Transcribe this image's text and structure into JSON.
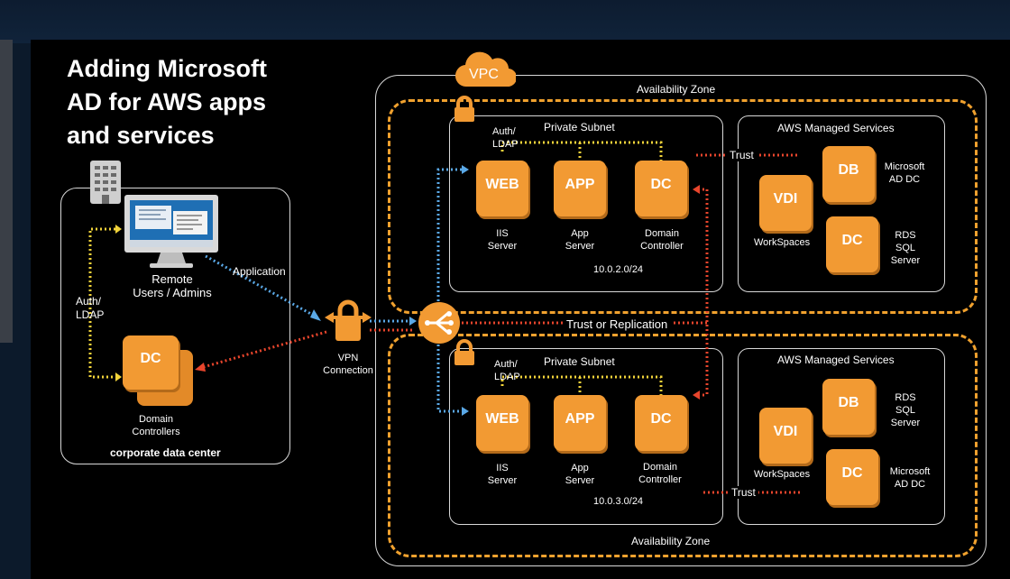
{
  "title_lines": [
    "Adding Microsoft",
    "AD for AWS apps",
    "and services"
  ],
  "vpc_label": "VPC",
  "corporate": {
    "label": "corporate data center",
    "remote_users": [
      "Remote",
      "Users / Admins"
    ],
    "auth": [
      "Auth/",
      "LDAP"
    ],
    "dc_box": "DC",
    "domain_controllers": [
      "Domain",
      "Controllers"
    ]
  },
  "application_label": "Application",
  "vpn_connection": [
    "VPN",
    "Connection"
  ],
  "trust_or_replication": "Trust or Replication",
  "zones": [
    {
      "az_label": "Availability Zone",
      "subnet_label": "Private Subnet",
      "auth": [
        "Auth/",
        "LDAP"
      ],
      "web": "WEB",
      "app": "APP",
      "dc": "DC",
      "iis": [
        "IIS",
        "Server"
      ],
      "app_server": [
        "App",
        "Server"
      ],
      "domain_controller": [
        "Domain",
        "Controller"
      ],
      "cidr": "10.0.2.0/24",
      "managed_label": "AWS Managed Services",
      "vdi": "VDI",
      "workspaces": "WorkSpaces",
      "db": "DB",
      "db_label": [
        "Microsoft",
        "AD DC"
      ],
      "dc2": "DC",
      "dc2_label": [
        "RDS",
        "SQL",
        "Server"
      ],
      "trust": "Trust"
    },
    {
      "az_label": "Availability Zone",
      "subnet_label": "Private Subnet",
      "auth": [
        "Auth/",
        "LDAP"
      ],
      "web": "WEB",
      "app": "APP",
      "dc": "DC",
      "iis": [
        "IIS",
        "Server"
      ],
      "app_server": [
        "App",
        "Server"
      ],
      "domain_controller": [
        "Domain",
        "Controller"
      ],
      "cidr": "10.0.3.0/24",
      "managed_label": "AWS Managed Services",
      "vdi": "VDI",
      "workspaces": "WorkSpaces",
      "db": "DB",
      "db_label": [
        "RDS",
        "SQL",
        "Server"
      ],
      "dc2": "DC",
      "dc2_label": [
        "Microsoft",
        "AD DC"
      ],
      "trust": "Trust"
    }
  ],
  "colors": {
    "orange": "#f29a33",
    "blue_dotted": "#5aa8e6",
    "red_dotted": "#e8452c",
    "yellow_dotted": "#f2d33a",
    "dash_orange": "#f0a12e"
  }
}
